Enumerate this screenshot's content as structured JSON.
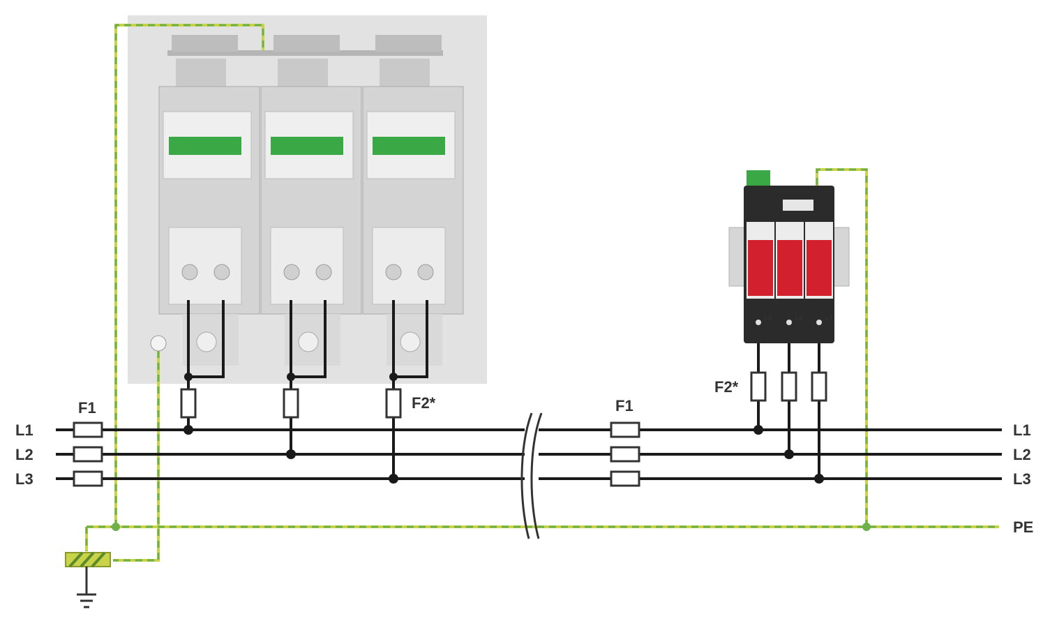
{
  "diagram": {
    "colors": {
      "wire": "#1a1a1a",
      "pe_dash": "#c8d34a",
      "pe_core": "#6fb04a",
      "panel": "#e2e2e2",
      "module": "#cfcfcf",
      "terminal_green": "#39a845",
      "device_body": "#2b2b2b",
      "device_red": "#d2202f"
    },
    "left_side": {
      "phase_labels": [
        "L1",
        "L2",
        "L3"
      ],
      "fuse_label_f1": "F1",
      "fuse_label_f2": "F2*"
    },
    "right_side": {
      "phase_labels": [
        "L1",
        "L2",
        "L3"
      ],
      "pe_label": "PE",
      "fuse_label_f1": "F1",
      "fuse_label_f2": "F2*"
    },
    "device_terminal_labels": [
      "L1",
      "L2",
      "L3"
    ],
    "icons": [
      "ground-symbol-icon",
      "earth-bar-icon",
      "wire-break-icon"
    ]
  }
}
